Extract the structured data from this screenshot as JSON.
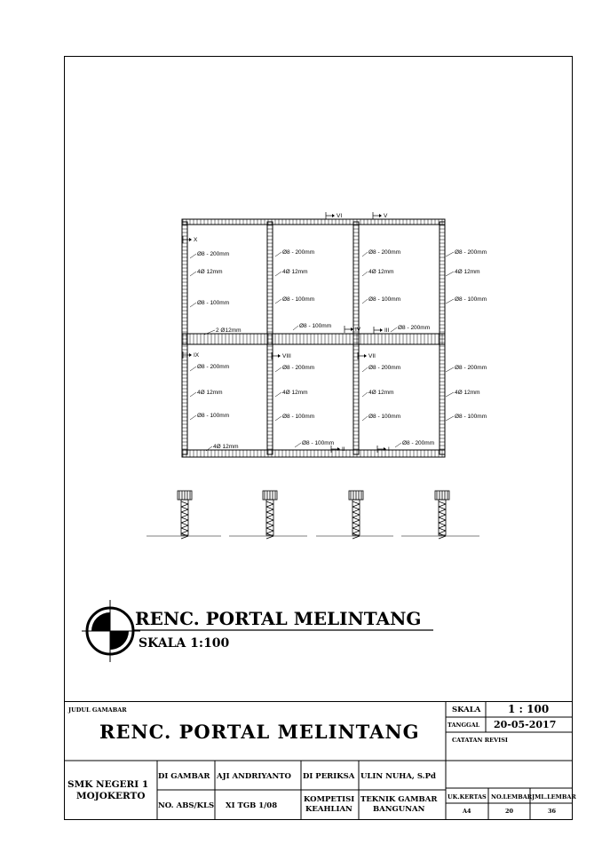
{
  "drawing": {
    "title": "RENC. PORTAL MELINTANG",
    "scale": "SKALA 1:100",
    "labels": {
      "upper_left": [
        "Ø8 - 200mm",
        "4Ø 12mm",
        "Ø8 - 100mm"
      ],
      "upper_mid": [
        "Ø8 - 200mm",
        "4Ø 12mm",
        "Ø8 - 100mm"
      ],
      "upper_right": [
        "Ø8 - 200mm",
        "4Ø 12mm",
        "Ø8 - 100mm"
      ],
      "upper_outer": [
        "Ø8 - 200mm",
        "4Ø 12mm",
        "Ø8 - 100mm"
      ],
      "lower_left": [
        "Ø8 - 200mm",
        "4Ø 12mm",
        "Ø8 - 100mm"
      ],
      "lower_mid": [
        "Ø8 - 200mm",
        "4Ø 12mm",
        "Ø8 - 100mm"
      ],
      "lower_right": [
        "Ø8 - 200mm",
        "4Ø 12mm",
        "Ø8 - 100mm"
      ],
      "lower_outer": [
        "Ø8 - 200mm",
        "4Ø 12mm",
        "Ø8 - 100mm"
      ],
      "beam_mid_left": "2 Ø12mm",
      "beam_mid_center": "Ø8 - 100mm",
      "beam_mid_right": "Ø8 - 200mm",
      "beam_bot_left": "4Ø 12mm",
      "beam_bot_center": "Ø8 - 100mm",
      "beam_bot_right": "Ø8 - 200mm"
    },
    "sections": [
      "VI",
      "V",
      "X",
      "IV",
      "III",
      "IX",
      "VIII",
      "VII",
      "II",
      "I"
    ]
  },
  "title_block": {
    "judul_label": "JUDUL GAMABAR",
    "judul": "RENC. PORTAL MELINTANG",
    "skala_label": "SKALA",
    "skala": "1 : 100",
    "tanggal_label": "TANGGAL",
    "tanggal": "20-05-2017",
    "catatan": "CATATAN REVISI",
    "school_1": "SMK NEGERI 1",
    "school_2": "MOJOKERTO",
    "digambar_label": "DI GAMBAR",
    "digambar": "AJI ANDRIYANTO",
    "diperiksa_label": "DI PERIKSA",
    "diperiksa": "ULIN NUHA, S.Pd",
    "absen_label": "NO. ABS/KLS",
    "absen": "XI TGB 1/08",
    "kompetensi_label_1": "KOMPETISI",
    "kompetensi_label_2": "KEAHLIAN",
    "kompetensi_1": "TEKNIK GAMBAR",
    "kompetensi_2": "BANGUNAN",
    "ukkertas_label": "UK.KERTAS",
    "ukkertas": "A4",
    "nolembar_label": "NO.LEMBAR",
    "nolembar": "20",
    "jmllembar_label": "JML.LEMBAR",
    "jmllembar": "36"
  }
}
